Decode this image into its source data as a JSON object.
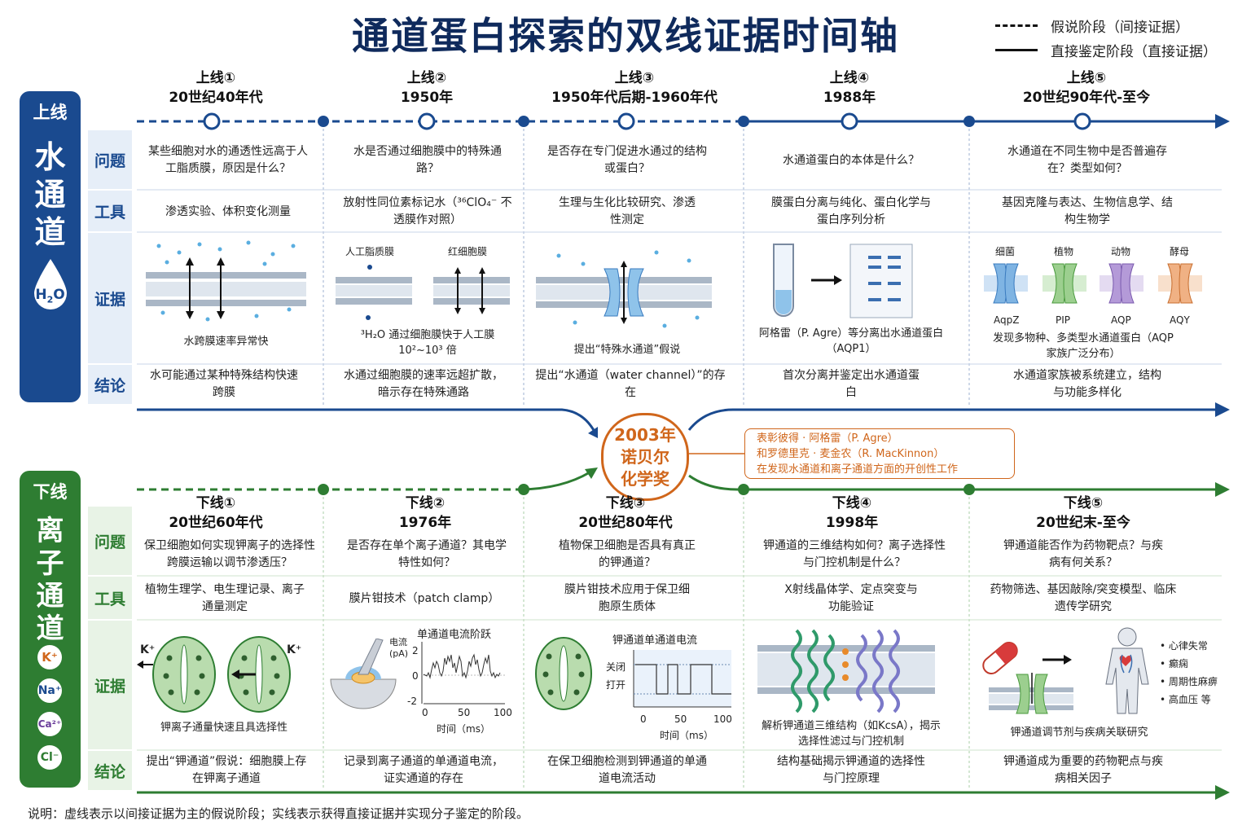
{
  "title": "通道蛋白探索的双线证据时间轴",
  "legend": {
    "dashed": "假说阶段（间接证据）",
    "solid": "直接鉴定阶段（直接证据）"
  },
  "row_labels": [
    "问题",
    "工具",
    "证据",
    "结论"
  ],
  "upper": {
    "tag": "上线",
    "name": "水通道",
    "icon_label": "H2O",
    "stages": [
      {
        "title": "上线①",
        "period": "20世纪40年代",
        "question": "某些细胞对水的通透性远高于人工脂质膜，原因是什么？",
        "tool": "渗透实验、体积变化测量",
        "evidence": "水跨膜速率异常快",
        "conclusion": "水可能通过某种特殊结构快速跨膜"
      },
      {
        "title": "上线②",
        "period": "1950年",
        "question": "水是否通过细胞膜中的特殊通路？",
        "tool": "放射性同位素标记水（³⁶ClO₄⁻ 不透膜作对照）",
        "evidence_labels": [
          "人工脂质膜",
          "红细胞膜"
        ],
        "evidence": "³H₂O 通过细胞膜快于人工膜 10²~10³ 倍",
        "conclusion": "水通过细胞膜的速率远超扩散，暗示存在特殊通路"
      },
      {
        "title": "上线③",
        "period": "1950年代后期-1960年代",
        "question": "是否存在专门促进水通过的结构或蛋白？",
        "tool": "生理与生化比较研究、渗透性测定",
        "evidence": "提出“特殊水通道”假说",
        "conclusion": "提出“水通道（water channel）”的存在"
      },
      {
        "title": "上线④",
        "period": "1988年",
        "question": "水通道蛋白的本体是什么？",
        "tool": "膜蛋白分离与纯化、蛋白化学与蛋白序列分析",
        "evidence": "阿格雷（P. Agre）等分离出水通道蛋白（AQP1）",
        "conclusion": "首次分离并鉴定出水通道蛋白"
      },
      {
        "title": "上线⑤",
        "period": "20世纪90年代-至今",
        "question": "水通道在不同生物中是否普遍存在？类型如何？",
        "tool": "基因克隆与表达、生物信息学、结构生物学",
        "organisms": [
          "细菌",
          "植物",
          "动物",
          "酵母"
        ],
        "proteins": [
          "AqpZ",
          "PIP",
          "AQP",
          "AQY"
        ],
        "evidence": "发现多物种、多类型水通道蛋白（AQP家族广泛分布）",
        "conclusion": "水通道家族被系统建立，结构与功能多样化"
      }
    ]
  },
  "lower": {
    "tag": "下线",
    "name": "离子通道",
    "ions": [
      "K⁺",
      "Na⁺",
      "Ca²⁺",
      "Cl⁻"
    ],
    "stages": [
      {
        "title": "下线①",
        "period": "20世纪60年代",
        "question": "保卫细胞如何实现钾离子的选择性跨膜运输以调节渗透压？",
        "tool": "植物生理学、电生理记录、离子通量测定",
        "ion_label": "K⁺",
        "evidence": "钾离子通量快速且具选择性",
        "conclusion": "提出“钾通道”假说：细胞膜上存在钾离子通道"
      },
      {
        "title": "下线②",
        "period": "1976年",
        "question": "是否存在单个离子通道？其电学特性如何？",
        "tool": "膜片钳技术（patch clamp）",
        "plot_title": "单通道电流阶跃",
        "ylabel": "电流 (pA)",
        "yticks": [
          "2",
          "0",
          "-2"
        ],
        "xticks": [
          "0",
          "50",
          "100"
        ],
        "xlabel": "时间（ms）",
        "conclusion": "记录到离子通道的单通道电流，证实通道的存在"
      },
      {
        "title": "下线③",
        "period": "20世纪80年代",
        "question": "植物保卫细胞是否具有真正的钾通道？",
        "tool": "膜片钳技术应用于保卫细胞原生质体",
        "plot_title": "钾通道单通道电流",
        "states": [
          "关闭",
          "打开"
        ],
        "xticks": [
          "0",
          "50",
          "100"
        ],
        "xlabel": "时间（ms）",
        "conclusion": "在保卫细胞检测到钾通道的单通道电流活动"
      },
      {
        "title": "下线④",
        "period": "1998年",
        "question": "钾通道的三维结构如何？离子选择性与门控机制是什么？",
        "tool": "X射线晶体学、定点突变与功能验证",
        "evidence": "解析钾通道三维结构（如KcsA），揭示选择性滤过与门控机制",
        "conclusion": "结构基础揭示钾通道的选择性与门控原理"
      },
      {
        "title": "下线⑤",
        "period": "20世纪末-至今",
        "question": "钾通道能否作为药物靶点？与疾病有何关系？",
        "tool": "药物筛选、基因敲除/突变模型、临床遗传学研究",
        "diseases": [
          "心律失常",
          "癫痫",
          "周期性麻痹",
          "高血压 等"
        ],
        "evidence": "钾通道调节剂与疾病关联研究",
        "conclusion": "钾通道成为重要的药物靶点与疾病相关因子"
      }
    ]
  },
  "nobel": {
    "year": "2003年",
    "line2": "诺贝尔",
    "line3": "化学奖",
    "desc": [
      "表彰彼得 · 阿格雷（P. Agre）",
      "和罗德里克 · 麦金农（R. MacKinnon）",
      "在发现水通道和离子通道方面的开创性工作"
    ]
  },
  "colors": {
    "upper": "#1a4a8f",
    "lower": "#2e7d32",
    "nobel": "#d0661b"
  },
  "note": "说明：虚线表示以间接证据为主的假说阶段；实线表示获得直接证据并实现分子鉴定的阶段。"
}
